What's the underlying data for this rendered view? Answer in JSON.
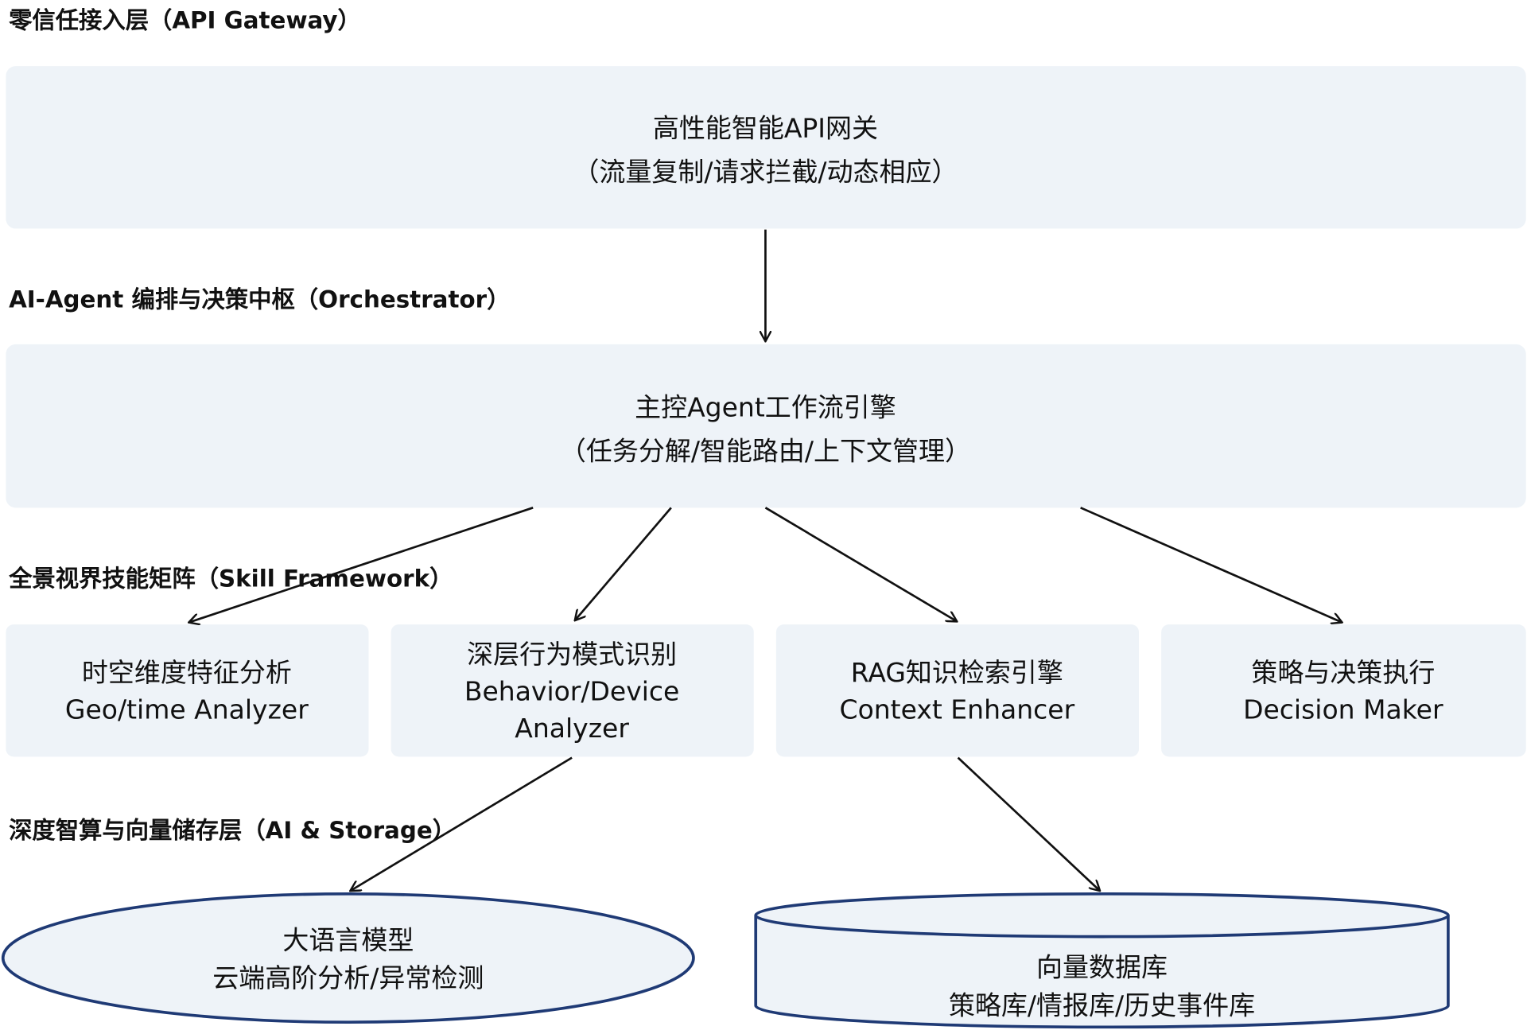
{
  "layers": {
    "gateway": "零信任接入层（API Gateway）",
    "orchestrator": "AI-Agent 编排与决策中枢（Orchestrator）",
    "skills": "全景视界技能矩阵（Skill Framework）",
    "storage": "深度智算与向量储存层（AI & Storage）"
  },
  "gateway_box": {
    "line1": "高性能智能API网关",
    "line2": "（流量复制/请求拦截/动态相应）"
  },
  "orchestrator_box": {
    "line1": "主控Agent工作流引擎",
    "line2": "（任务分解/智能路由/上下文管理）"
  },
  "skills": [
    {
      "line1": "时空维度特征分析",
      "line2": "Geo/time Analyzer"
    },
    {
      "line1": "深层行为模式识别",
      "line2": "Behavior/Device",
      "line3": "Analyzer"
    },
    {
      "line1": "RAG知识检索引擎",
      "line2": "Context Enhancer"
    },
    {
      "line1": "策略与决策执行",
      "line2": "Decision Maker"
    }
  ],
  "llm": {
    "line1": "大语言模型",
    "line2": "云端高阶分析/异常检测"
  },
  "vectordb": {
    "line1": "向量数据库",
    "line2": "策略库/情报库/历史事件库"
  },
  "colors": {
    "box_fill": "#eef3f8",
    "shape_stroke": "#1f3a75"
  }
}
